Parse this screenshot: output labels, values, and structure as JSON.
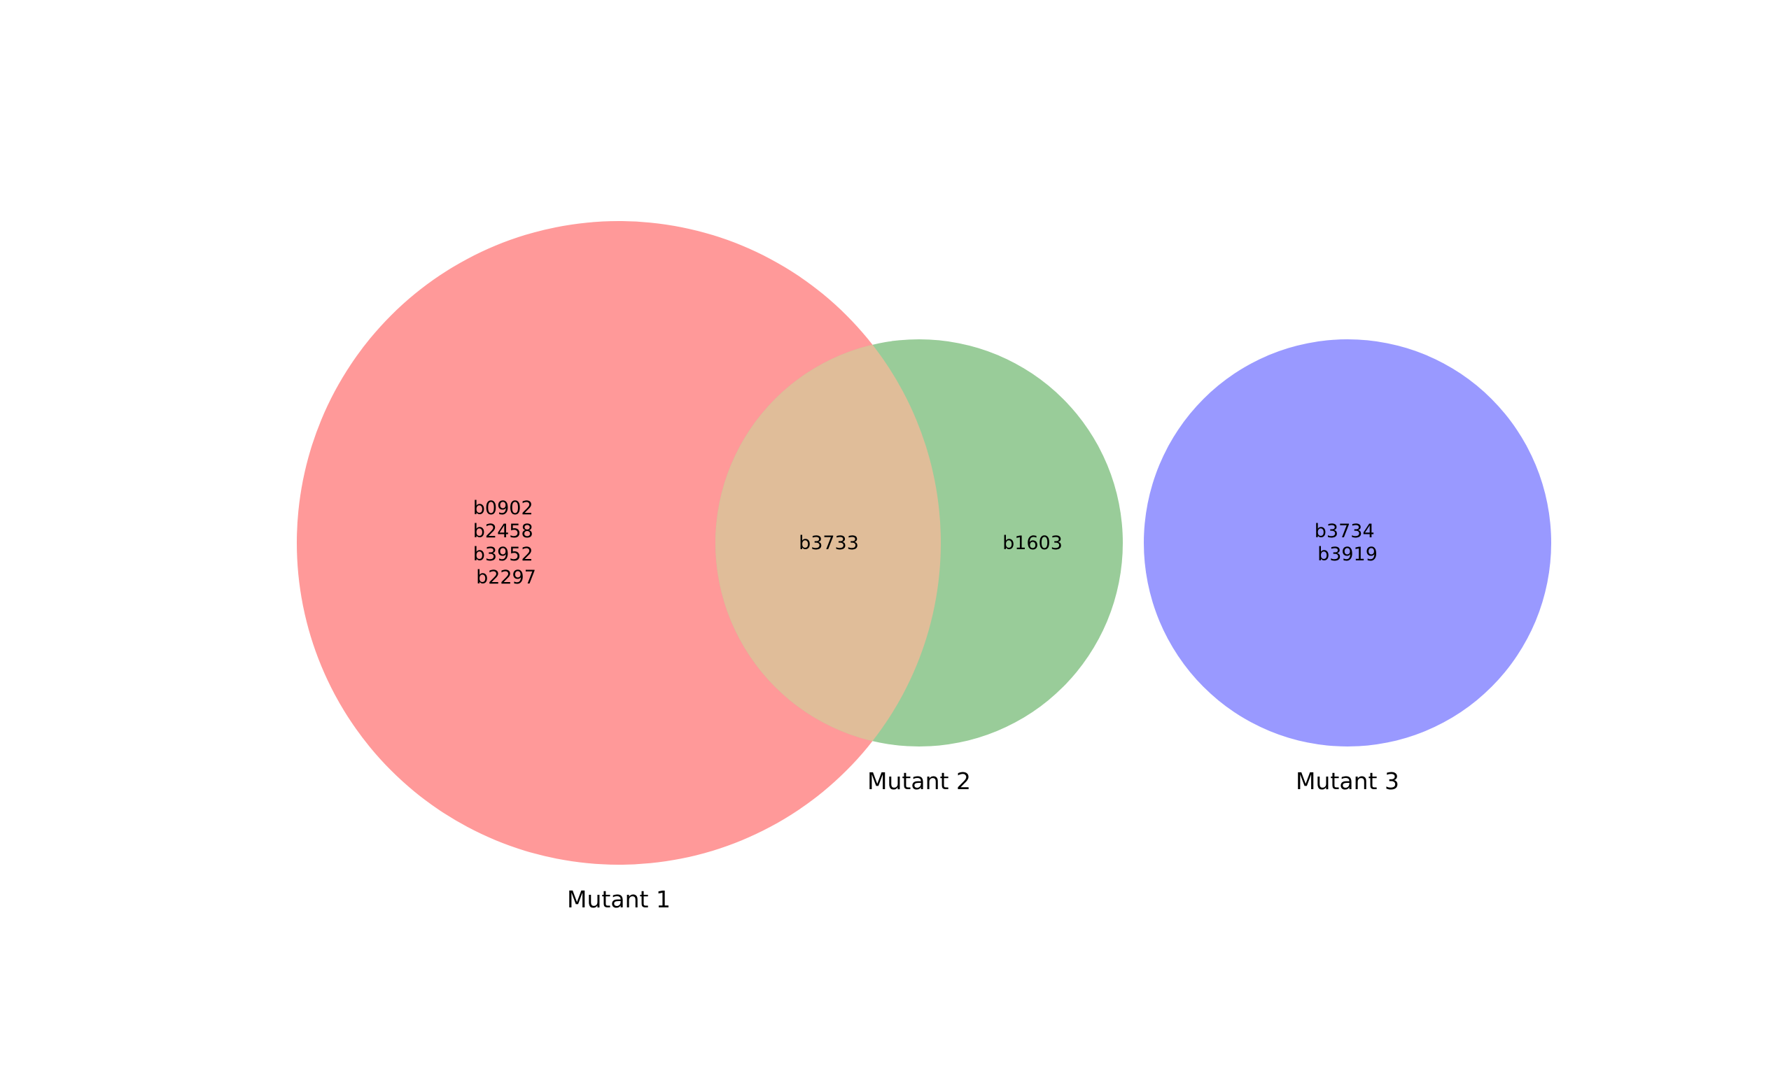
{
  "diagram": {
    "type": "venn",
    "sets": [
      {
        "id": "m1",
        "name": "Mutant 1",
        "color": "#ff9999"
      },
      {
        "id": "m2",
        "name": "Mutant 2",
        "color": "#99cc99"
      },
      {
        "id": "m3",
        "name": "Mutant 3",
        "color": "#9999ff"
      }
    ],
    "overlap_color": "#e0bd99",
    "regions": [
      {
        "id": "only_m1",
        "sets": [
          "m1"
        ],
        "items": [
          "b0902",
          "b2458",
          "b3952",
          "b2297"
        ]
      },
      {
        "id": "m1_m2",
        "sets": [
          "m1",
          "m2"
        ],
        "items": [
          "b3733"
        ]
      },
      {
        "id": "only_m2",
        "sets": [
          "m2"
        ],
        "items": [
          "b1603"
        ]
      },
      {
        "id": "only_m3",
        "sets": [
          "m3"
        ],
        "items": [
          "b3734",
          "b3919"
        ]
      }
    ]
  }
}
